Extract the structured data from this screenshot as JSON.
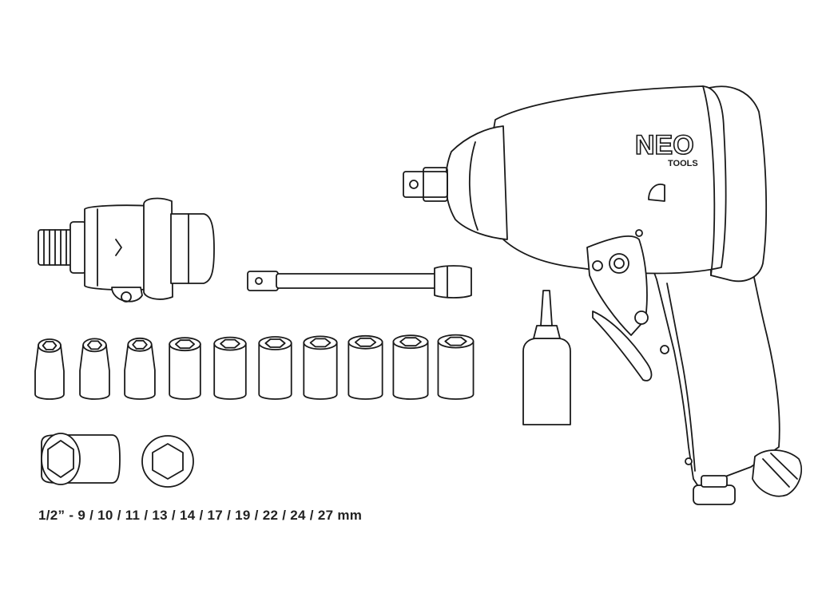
{
  "brand": {
    "logo_text": "NEO",
    "logo_subtext": "TOOLS"
  },
  "caption": "1/2” - 9 / 10 / 11 / 13 / 14 / 17 / 19 / 22 / 24 / 27 mm",
  "socket_count": 10,
  "colors": {
    "line": "#1a1a1a",
    "background": "#ffffff",
    "caption_text": "#222222"
  }
}
